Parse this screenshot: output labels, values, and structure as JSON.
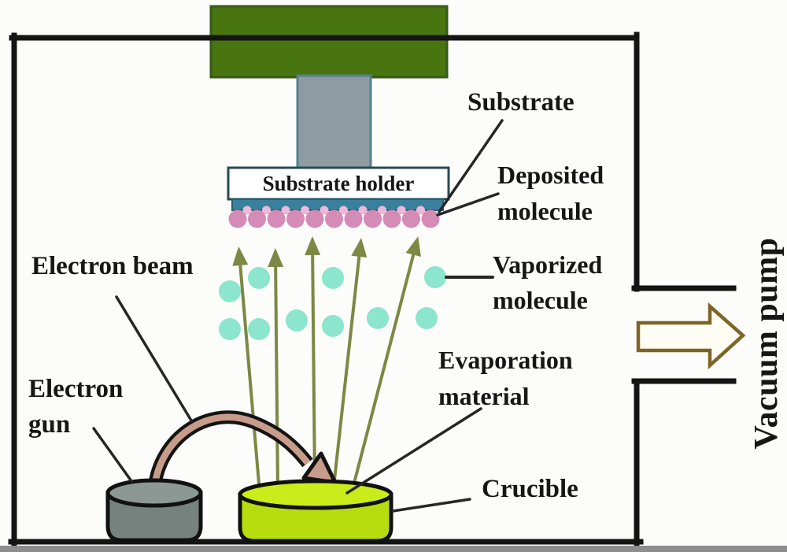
{
  "labels": {
    "substrate_holder": "Substrate holder",
    "substrate": "Substrate",
    "deposited_molecule": "Deposited\nmolecule",
    "vaporized_molecule": "Vaporized\nmolecule",
    "electron_beam": "Electron beam",
    "electron_gun": "Electron\ngun",
    "evaporation_material": "Evaporation\nmaterial",
    "crucible": "Crucible",
    "vacuum_pump": "Vacuum pump"
  },
  "molecules": {
    "deposited_count": 11,
    "vaporized_count": 10
  },
  "colors": {
    "chamber_wall": "#141414",
    "holder_block": "#48750f",
    "holder_block_border": "#375a1a",
    "stem": "#8e9ca1",
    "stem_border": "#53808f",
    "holder_box_border": "#274a54",
    "substrate": "#3a809c",
    "deposited_molecule": "#d48bb5",
    "deposited_molecule_light": "#ecb9d9",
    "vaporized_molecule": "#8ce5cd",
    "electron_beam_arrow": "#7c8843",
    "ebeam_curve": "#c89c8b",
    "gun_body": "#75827e",
    "gun_top": "#8b9893",
    "crucible_body": "#b8dd0e",
    "crucible_top": "#cbec1b",
    "pump_arrow_outline": "#7e6526",
    "pump_arrow_fill": "#fffdf4",
    "pointer_line": "#262626",
    "bottom_strip": "#8d8d8d"
  }
}
